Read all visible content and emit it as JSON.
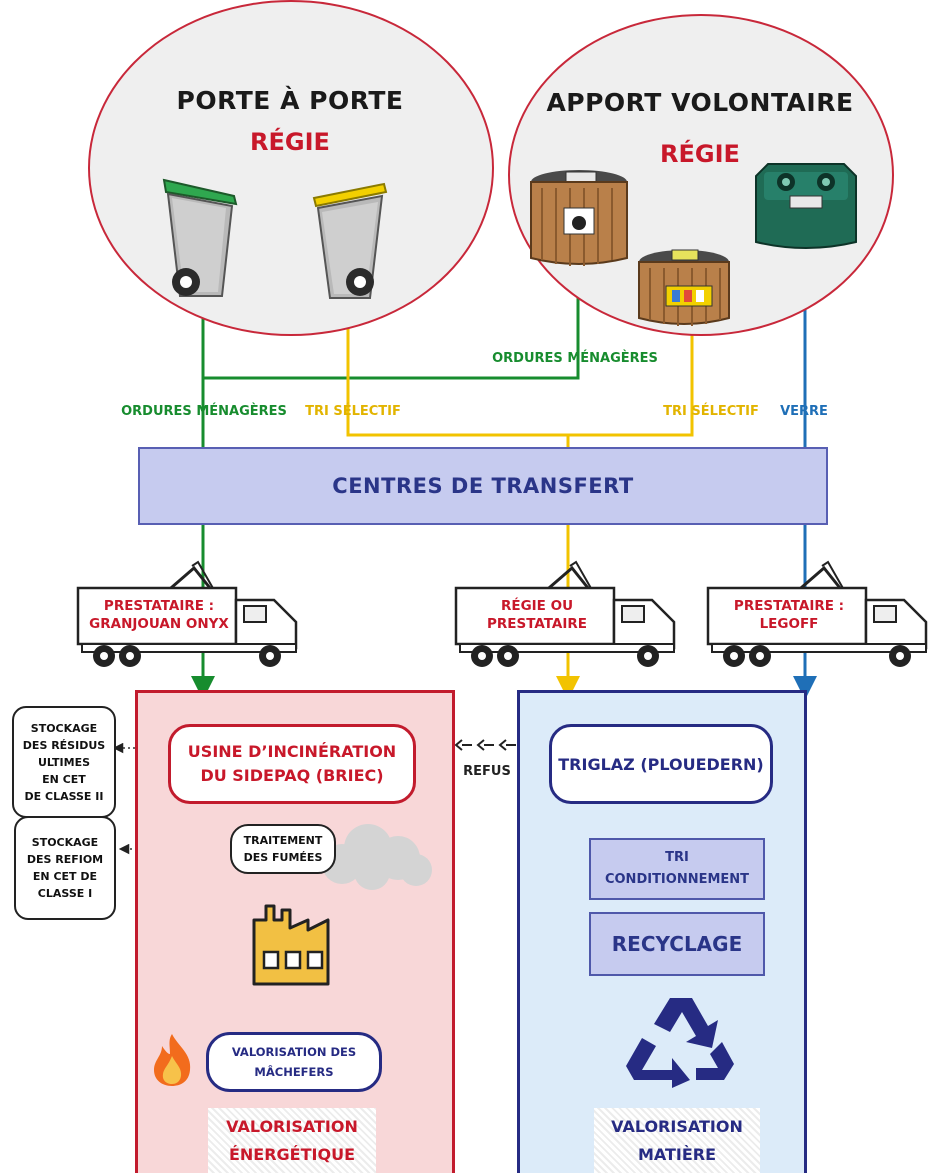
{
  "collection": {
    "door_to_door": {
      "title": "PORTE À PORTE",
      "operator": "RÉGIE"
    },
    "voluntary": {
      "title": "APPORT VOLONTAIRE",
      "operator": "RÉGIE"
    }
  },
  "flows": {
    "household_waste_left": "ORDURES MÉNAGÈRES",
    "household_waste_right": "ORDURES MÉNAGÈRES",
    "sorting_left": "TRI SÉLECTIF",
    "sorting_right": "TRI SÉLECTIF",
    "glass": "VERRE",
    "rejects": "REFUS"
  },
  "transfer_center": {
    "label": "CENTRES DE TRANSFERT"
  },
  "trucks": {
    "left": {
      "line1": "PRESTATAIRE :",
      "line2": "GRANJOUAN ONYX"
    },
    "middle": {
      "line1": "RÉGIE OU",
      "line2": "PRESTATAIRE"
    },
    "right": {
      "line1": "PRESTATAIRE :",
      "line2": "LEGOFF"
    }
  },
  "energy_column": {
    "plant": {
      "line1": "USINE D’INCINÉRATION",
      "line2": "DU SIDEPAQ (BRIEC)"
    },
    "smoke_treatment": {
      "line1": "TRAITEMENT",
      "line2": "DES FUMÉES"
    },
    "bottom_ash": {
      "line1": "VALORISATION DES",
      "line2": "MÂCHEFERS"
    },
    "footer": {
      "line1": "VALORISATION",
      "line2": "ÉNERGÉTIQUE"
    }
  },
  "material_column": {
    "site": {
      "label": "TRIGLAZ (PLOUEDERN)"
    },
    "sorting": {
      "line1": "TRI",
      "line2": "CONDITIONNEMENT"
    },
    "recycling": {
      "label": "RECYCLAGE"
    },
    "footer": {
      "line1": "VALORISATION",
      "line2": "MATIÈRE"
    }
  },
  "storage": {
    "refiom": [
      "STOCKAGE",
      "DES REFIOM",
      "EN CET DE",
      "CLASSE I"
    ],
    "residues": [
      "STOCKAGE",
      "DES RÉSIDUS",
      "ULTIMES",
      "EN CET",
      "DE CLASSE II"
    ]
  },
  "colors": {
    "household_waste": "#178c2e",
    "selective_sorting": "#f2c300",
    "glass": "#1f6fb7",
    "regie_red": "#c8182a",
    "transfer_fill": "#c6cbef",
    "energy_fill": "#f8d7d8",
    "material_fill": "#dcebf9"
  },
  "icons": [
    "green-lid-bin-icon",
    "yellow-lid-bin-icon",
    "household-waste-container-icon",
    "sorting-container-icon",
    "glass-container-icon",
    "collection-truck-icon",
    "factory-icon",
    "fire-icon",
    "smoke-cloud-icon",
    "recycle-icon"
  ]
}
